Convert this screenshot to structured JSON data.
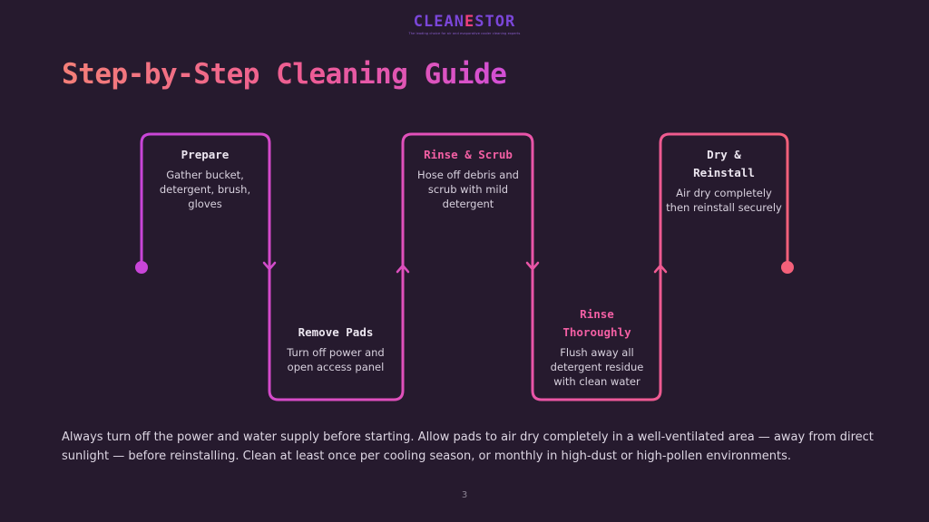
{
  "logo": {
    "part1": "CLEAN",
    "accent": "E",
    "part2": "STOR",
    "tagline": "The leading choice for air and evaporative cooler cleaning experts"
  },
  "title": "Step-by-Step Cleaning Guide",
  "steps": [
    {
      "title": "Prepare",
      "description": "Gather bucket, detergent, brush, gloves"
    },
    {
      "title": "Remove Pads",
      "description": "Turn off power and open access panel"
    },
    {
      "title": "Rinse & Scrub",
      "description": "Hose off debris and scrub with mild detergent"
    },
    {
      "title": "Rinse Thoroughly",
      "description": "Flush away all detergent residue with clean water"
    },
    {
      "title": "Dry & Reinstall",
      "description": "Air dry completely then reinstall securely"
    }
  ],
  "note": "Always turn off the power and water supply before starting. Allow pads to air dry completely in a well-ventilated area — away from direct sunlight — before reinstalling. Clean at least once per cooling season, or monthly in high-dust or high-pollen environments.",
  "page_number": "3",
  "colors": {
    "background": "#261a2e",
    "path_start": "#c845d8",
    "path_end": "#f4607a",
    "title_accent": "#f35fa4"
  }
}
